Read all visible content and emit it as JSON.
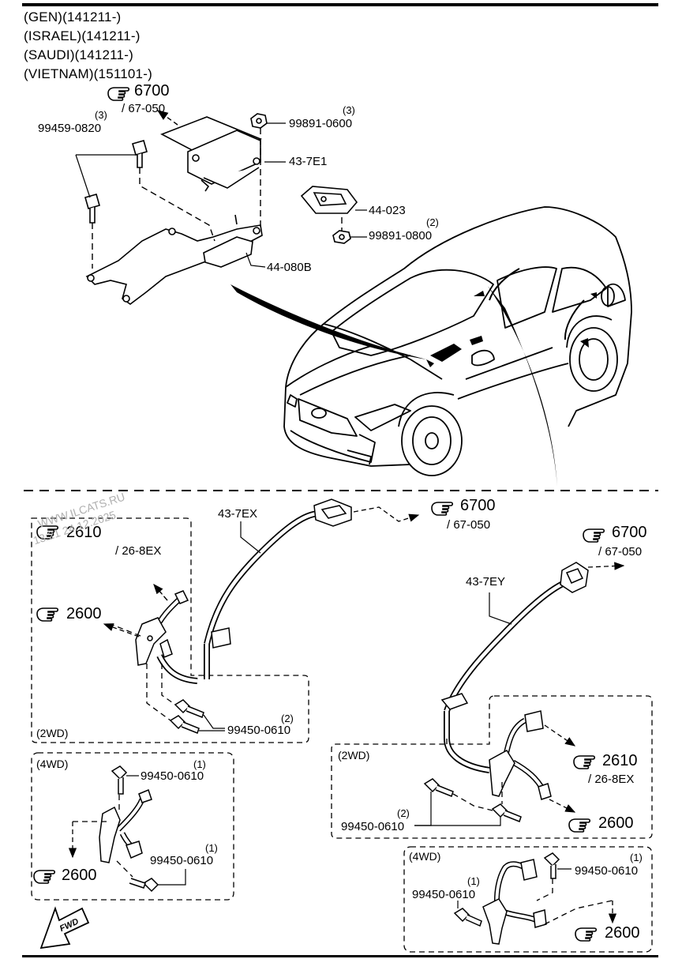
{
  "header": {
    "lines": [
      "(GEN)(141211-)",
      "(ISRAEL)(141211-)",
      "(SAUDI)(141211-)",
      "(VIETNAM)(151101-)"
    ]
  },
  "top": {
    "ref_main": "6700",
    "ref_main_sub": "/ 67-050",
    "bolt_part": "99459-0820",
    "bolt_qty": "(3)",
    "nut_part": "99891-0600",
    "nut_qty": "(3)",
    "module_part": "43-7E1",
    "sensor_part": "44-023",
    "nut2_part": "99891-0800",
    "nut2_qty": "(2)",
    "bracket_part": "44-080B"
  },
  "left_panel": {
    "harness_part": "43-7EX",
    "ref_6700": "6700",
    "ref_6700_sub": "/ 67-050",
    "ref_2610": "2610",
    "ref_2610_sub": "/ 26-8EX",
    "ref_2600": "2600",
    "bolt_part": "99450-0610",
    "bolt_qty": "(2)",
    "box_2wd": "(2WD)"
  },
  "left_4wd": {
    "box_label": "(4WD)",
    "bolt1_part": "99450-0610",
    "bolt1_qty": "(1)",
    "bolt2_part": "99450-0610",
    "bolt2_qty": "(1)",
    "ref_2600": "2600"
  },
  "right_panel": {
    "harness_part": "43-7EY",
    "ref_6700": "6700",
    "ref_6700_sub": "/ 67-050",
    "ref_2610": "2610",
    "ref_2610_sub": "/ 26-8EX",
    "ref_2600": "2600",
    "bolt_part": "99450-0610",
    "bolt_qty": "(2)",
    "box_2wd": "(2WD)"
  },
  "right_4wd": {
    "box_label": "(4WD)",
    "bolt1_part": "99450-0610",
    "bolt1_qty": "(1)",
    "bolt2_part": "99450-0610",
    "bolt2_qty": "(1)",
    "ref_2600": "2600"
  },
  "watermark": {
    "line1": "WWW.ILCATS.RU",
    "line2": "13:21 24.12.2025"
  },
  "fwd_label": "FWD",
  "icons": {
    "hand": "pointing-hand-icon",
    "fwd": "forward-arrow-icon"
  }
}
